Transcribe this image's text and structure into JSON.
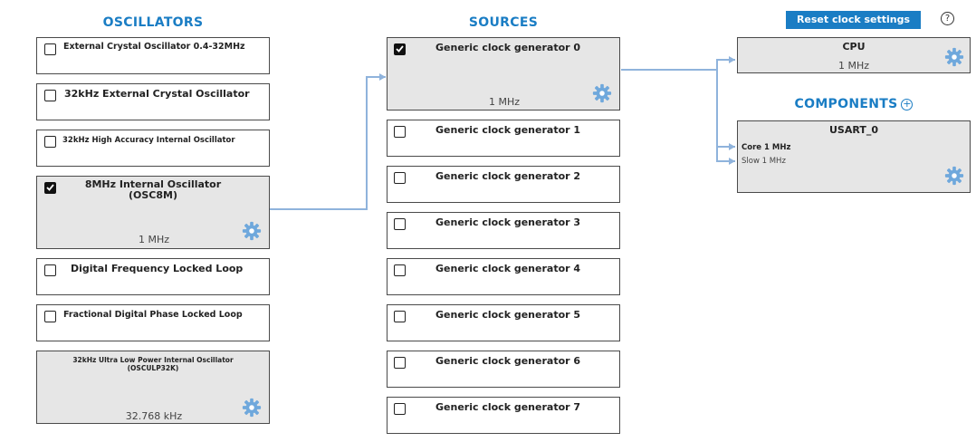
{
  "headers": {
    "oscillators": "OSCILLATORS",
    "sources": "SOURCES",
    "components": "COMPONENTS"
  },
  "toolbar": {
    "reset_label": "Reset clock settings",
    "help_symbol": "?"
  },
  "oscillators": [
    {
      "label": "External Crystal Oscillator 0.4-32MHz",
      "checked": false
    },
    {
      "label": "32kHz External Crystal Oscillator",
      "checked": false
    },
    {
      "label": "32kHz High Accuracy Internal Oscillator",
      "checked": false
    },
    {
      "label": "8MHz Internal Oscillator",
      "sublabel": "(OSC8M)",
      "checked": true,
      "frequency": "1 MHz"
    },
    {
      "label": "Digital Frequency Locked Loop",
      "checked": false
    },
    {
      "label": "Fractional Digital Phase Locked Loop",
      "checked": false
    },
    {
      "label": "32kHz Ultra Low Power Internal Oscillator",
      "sublabel": "(OSCULP32K)",
      "frequency": "32.768 kHz"
    }
  ],
  "sources": [
    {
      "label": "Generic clock generator 0",
      "checked": true,
      "frequency": "1 MHz"
    },
    {
      "label": "Generic clock generator 1",
      "checked": false
    },
    {
      "label": "Generic clock generator 2",
      "checked": false
    },
    {
      "label": "Generic clock generator 3",
      "checked": false
    },
    {
      "label": "Generic clock generator 4",
      "checked": false
    },
    {
      "label": "Generic clock generator 5",
      "checked": false
    },
    {
      "label": "Generic clock generator 6",
      "checked": false
    },
    {
      "label": "Generic clock generator 7",
      "checked": false
    }
  ],
  "cpu": {
    "label": "CPU",
    "frequency": "1 MHz"
  },
  "components": [
    {
      "label": "USART_0",
      "clocks": [
        {
          "text": "Core 1 MHz"
        },
        {
          "text": "Slow 1 MHz"
        }
      ]
    }
  ],
  "icons": {
    "gear": "gear-icon",
    "check": "checkmark-icon",
    "add": "plus-circle-icon",
    "help": "question-circle-icon"
  },
  "colors": {
    "accent": "#1a7dc4",
    "wire": "#8fb3dc",
    "gear": "#6fa8dc",
    "enabled_box": "#e6e6e6"
  }
}
